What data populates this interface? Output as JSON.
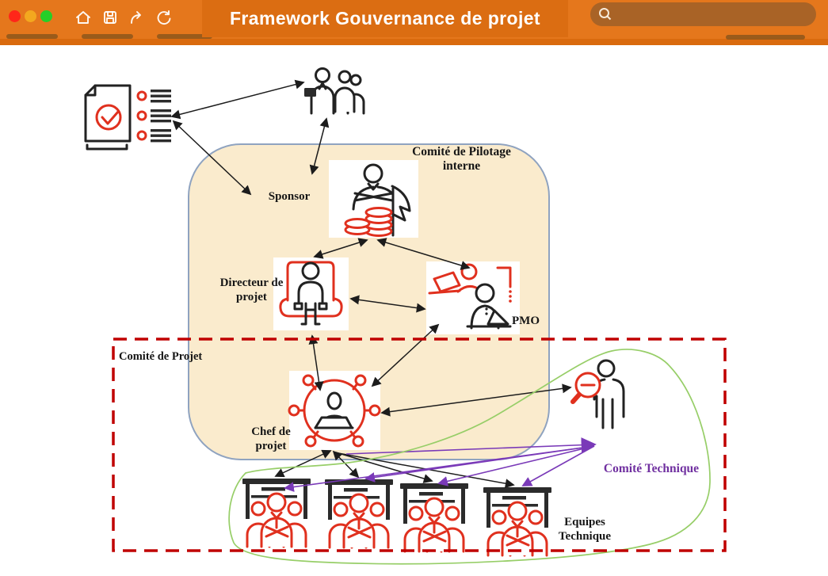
{
  "theme": {
    "orange": "#E5771C",
    "orange_dark": "#DB6D12",
    "orange_strip": "#D96A0E",
    "orange_deep": "#A96326",
    "bar_brown": "#91581C",
    "dot_red": "#FF2619",
    "dot_yellow": "#F3A81F",
    "dot_green": "#25CF28",
    "icon_red": "#E0301E",
    "dash_red": "#C00000",
    "arrow_black": "#1c1c1c",
    "purple": "#7A3AB8",
    "purple_text": "#7030A0",
    "green": "#97CE68",
    "cream": "#FAEBCD",
    "cream_border": "#8FA3C0",
    "ink": "#161616"
  },
  "header": {
    "title": "Framework Gouvernance de projet",
    "search_placeholder": "",
    "search_value": "",
    "window_controls": [
      "close-dot",
      "minimize-dot",
      "fullscreen-dot"
    ],
    "nav_icons": [
      "home-icon",
      "save-icon",
      "share-icon",
      "refresh-icon"
    ]
  },
  "diagram": {
    "labels": {
      "comite_pilotage": "Comité de Pilotage interne",
      "sponsor": "Sponsor",
      "directeur": "Directeur de projet",
      "pmo": "PMO",
      "comite_projet": "Comité de Projet",
      "chef": "Chef de projet",
      "comite_technique": "Comité Technique",
      "equipes": "Equipes Technique"
    },
    "icons": [
      "checklist-document-icon",
      "stakeholders-group-icon",
      "sponsor-money-icon",
      "director-armchair-icon",
      "pmo-laptops-icon",
      "project-manager-network-icon",
      "reviewer-magnifier-icon",
      "team-desk-icon-1",
      "team-desk-icon-2",
      "team-desk-icon-3",
      "team-desk-icon-4"
    ]
  }
}
